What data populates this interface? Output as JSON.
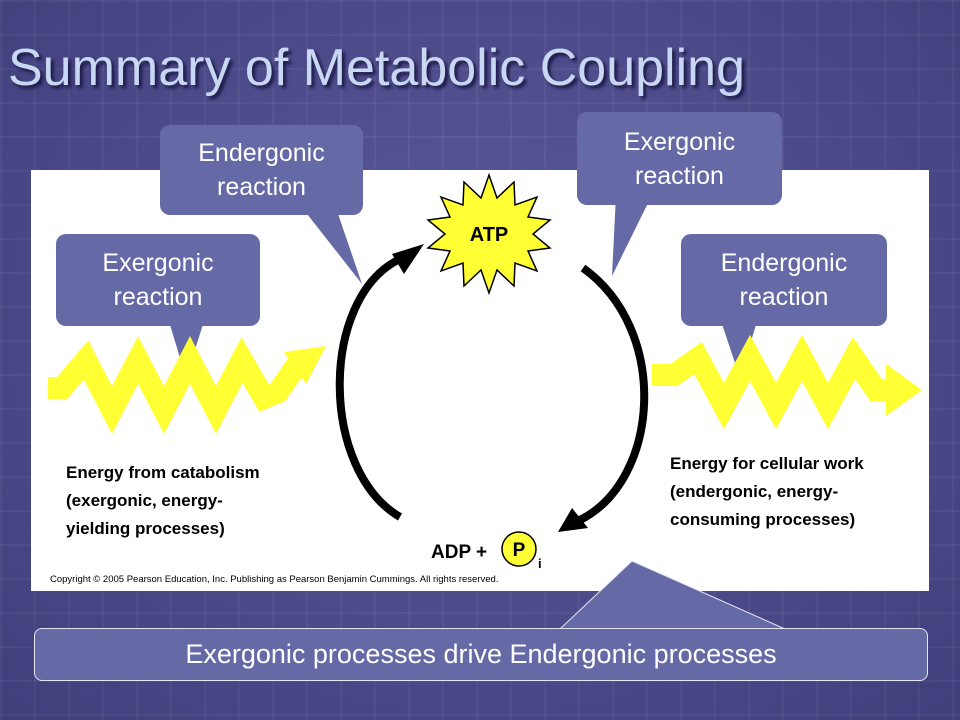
{
  "slide": {
    "title": "Summary of Metabolic Coupling"
  },
  "callouts": {
    "endergonic_top": {
      "line1": "Endergonic",
      "line2": "reaction"
    },
    "exergonic_top": {
      "line1": "Exergonic",
      "line2": "reaction"
    },
    "exergonic_left": {
      "line1": "Exergonic",
      "line2": "reaction"
    },
    "endergonic_right": {
      "line1": "Endergonic",
      "line2": "reaction"
    }
  },
  "diagram": {
    "atp_label": "ATP",
    "adp_label": "ADP +",
    "phosphate_label": "P",
    "phosphate_subscript": "i",
    "left_caption": [
      "Energy from catabolism",
      "(exergonic, energy-",
      "yielding processes)"
    ],
    "right_caption": [
      "Energy for cellular work",
      "(endergonic, energy-",
      "consuming processes)"
    ],
    "copyright": "Copyright © 2005 Pearson Education, Inc. Publishing as Pearson Benjamin Cummings. All rights reserved."
  },
  "summary": {
    "text": "Exergonic processes drive Endergonic processes"
  },
  "colors": {
    "background": "#4e4b8e",
    "title": "#c9d7f3",
    "callout_fill": "#656aa6",
    "energy_zigzag": "#ffff33",
    "atp_starburst": "#ffff33",
    "cycle_arrows": "#000000"
  }
}
